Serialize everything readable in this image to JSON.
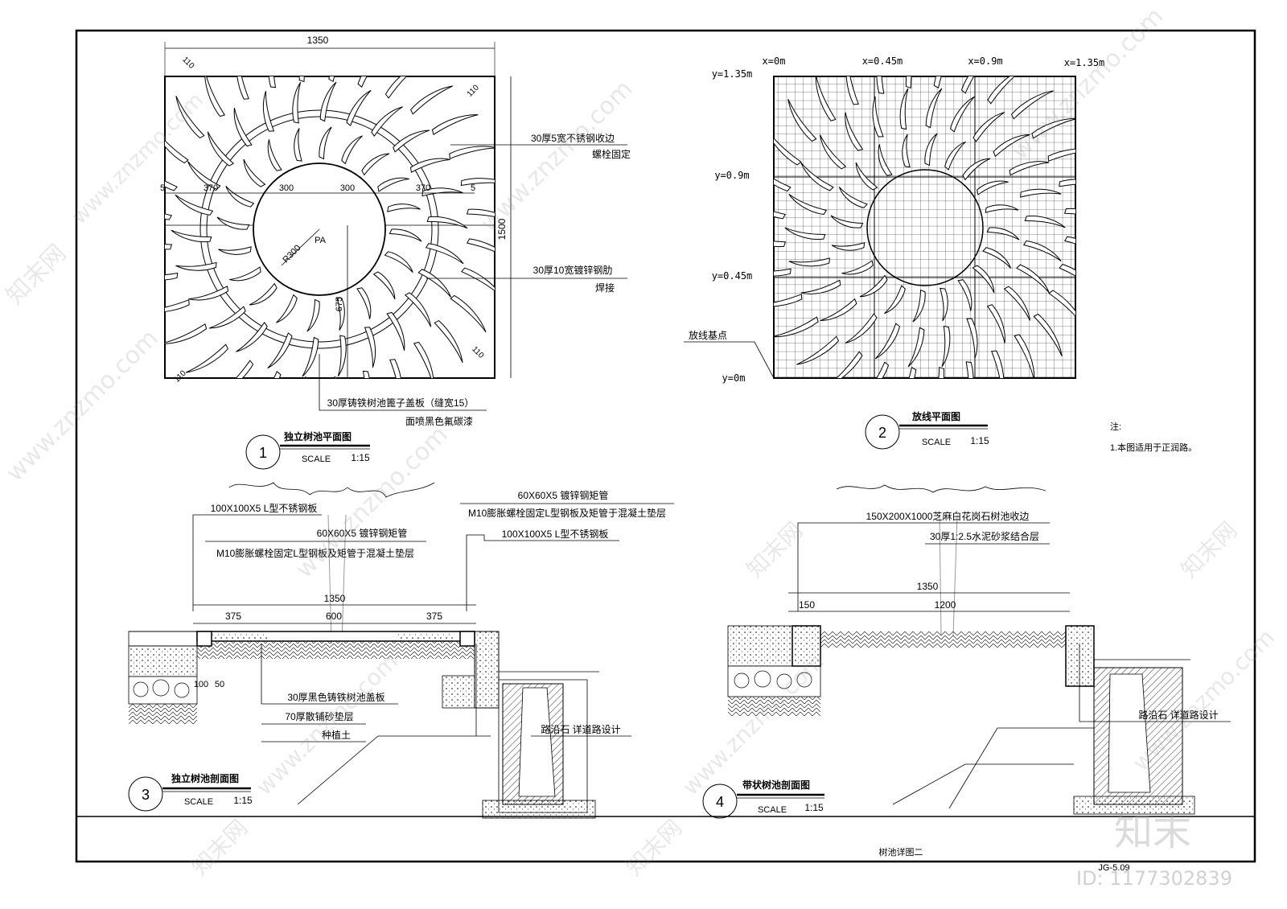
{
  "frame_title": "树池详图二",
  "sheet_number": "JG-5.09",
  "watermark_id": "ID: 1177302839",
  "watermark_logo": "知末",
  "watermark_site": "www.znzmo.com",
  "watermark_brand": "知末网",
  "note": {
    "title": "注:",
    "line1": "1.本图适用于正润路。"
  },
  "view1": {
    "number": "1",
    "title": "独立树池平面图",
    "scale_label": "SCALE",
    "scale": "1:15",
    "dim_width": "1350",
    "dim_height": "1500",
    "dim_110_tl": "110",
    "dim_110_tr": "110",
    "dim_110_br": "110",
    "dim_110_bl": "110",
    "dim_5_left": "5",
    "dim_370_left": "370",
    "dim_300_left": "300",
    "dim_300_right": "300",
    "dim_370_right": "370",
    "dim_5_right": "5",
    "dim_radius": "R300",
    "dim_pa": "PA",
    "dim_675": "675",
    "callout1_a": "30厚5宽不锈钢收边",
    "callout1_b": "螺栓固定",
    "callout2_a": "30厚10宽镀锌钢肋",
    "callout2_b": "焊接",
    "callout3_a": "30厚铸铁树池篦子盖板（缝宽15）",
    "callout3_b": "面喷黑色氟碳漆"
  },
  "view2": {
    "number": "2",
    "title": "放线平面图",
    "scale_label": "SCALE",
    "scale": "1:15",
    "x0": "x=0m",
    "x1": "x=0.45m",
    "x2": "x=0.9m",
    "x3": "x=1.35m",
    "y3": "y=1.35m",
    "y2": "y=0.9m",
    "y1": "y=0.45m",
    "y0": "y=0m",
    "base_point": "放线基点"
  },
  "view3": {
    "number": "3",
    "title": "独立树池剖面图",
    "scale_label": "SCALE",
    "scale": "1:15",
    "label_tl1": "100X100X5 L型不锈钢板",
    "label_tl2": "60X60X5  镀锌钢矩管",
    "label_tl3": "M10膨胀螺栓固定L型钢板及矩管于混凝土垫层",
    "label_tr1": "60X60X5  镀锌钢矩管",
    "label_tr2": "M10膨胀螺栓固定L型钢板及矩管于混凝土垫层",
    "label_tr3": "100X100X5  L型不锈钢板",
    "dim_total": "1350",
    "dim_a": "375",
    "dim_b": "600",
    "dim_c": "375",
    "dim_100": "100",
    "dim_50": "50",
    "label_b1": "30厚黑色铸铁树池盖板",
    "label_b2": "70厚散铺砂垫层",
    "label_b3": "种植土",
    "label_curb": "路沿石  详道路设计"
  },
  "view4": {
    "number": "4",
    "title": "带状树池剖面图",
    "scale_label": "SCALE",
    "scale": "1:15",
    "label1": "150X200X1000芝麻白花岗石树池收边",
    "label2": "30厚1:2.5水泥砂浆结合层",
    "dim_total": "1350",
    "dim_150": "150",
    "dim_1200": "1200",
    "label_curb": "路沿石  详道路设计"
  }
}
